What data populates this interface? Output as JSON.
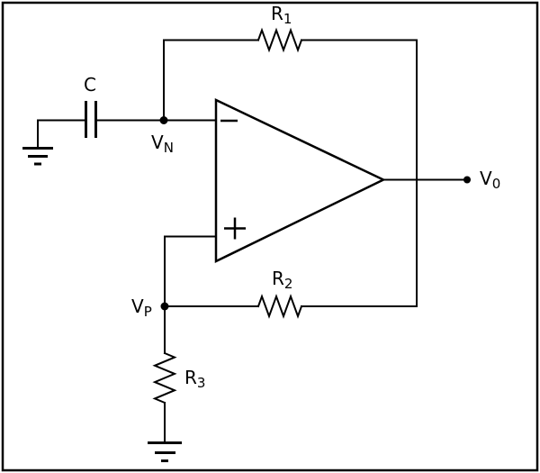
{
  "diagram_type": "op-amp-circuit-schematic",
  "colors": {
    "line": "#000000",
    "background": "#ffffff"
  },
  "components": {
    "capacitor": {
      "name": "C",
      "sub": ""
    },
    "r1": {
      "name": "R",
      "sub": "1"
    },
    "r2": {
      "name": "R",
      "sub": "2"
    },
    "r3": {
      "name": "R",
      "sub": "3"
    }
  },
  "nodes": {
    "vn": {
      "name": "V",
      "sub": "N"
    },
    "vp": {
      "name": "V",
      "sub": "P"
    },
    "vout": {
      "name": "V",
      "sub": "0"
    }
  },
  "opamp": {
    "inverting_input_symbol": "minus",
    "noninverting_input_symbol": "plus"
  }
}
